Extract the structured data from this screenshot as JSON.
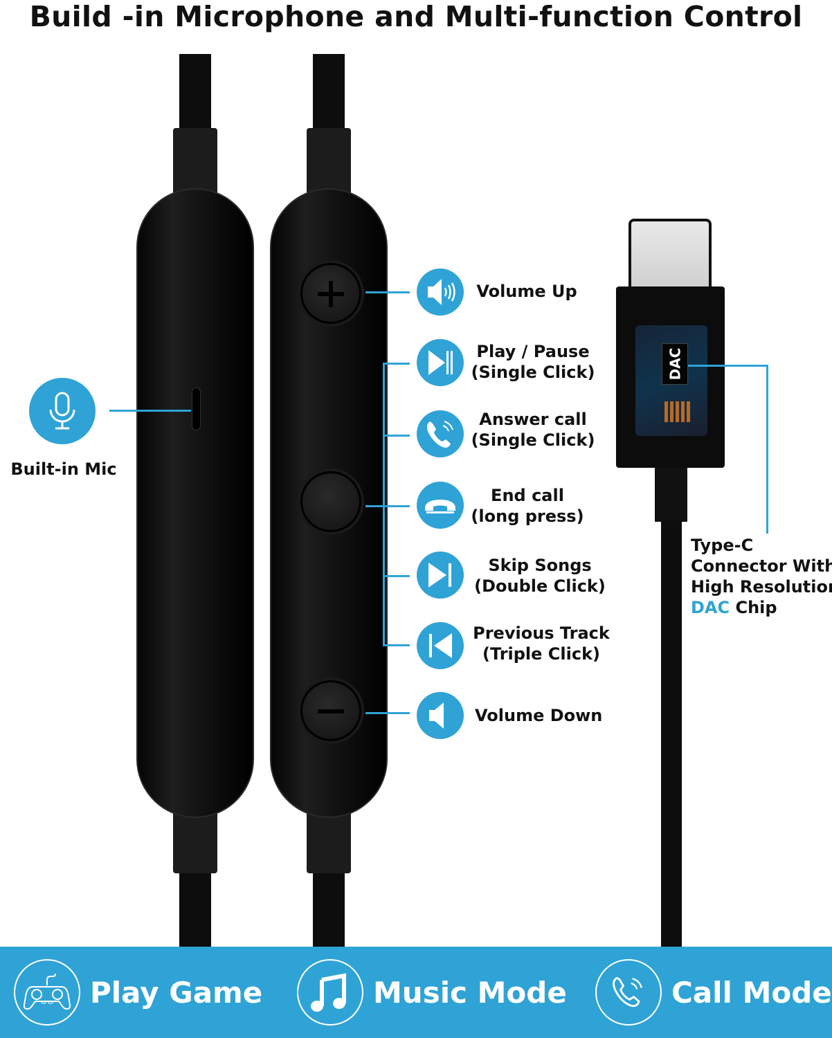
{
  "title": "Build -in Microphone and Multi-function Control",
  "mic": {
    "label": "Built-in Mic",
    "icon": "microphone-icon"
  },
  "controls": [
    {
      "icon": "volume-up-icon",
      "line1": "Volume Up",
      "line2": ""
    },
    {
      "icon": "play-pause-icon",
      "line1": "Play / Pause",
      "line2": "(Single Click)"
    },
    {
      "icon": "answer-call-icon",
      "line1": "Answer call",
      "line2": "(Single Click)"
    },
    {
      "icon": "end-call-icon",
      "line1": "End call",
      "line2": "(long press)"
    },
    {
      "icon": "skip-next-icon",
      "line1": "Skip Songs",
      "line2": "(Double Click)"
    },
    {
      "icon": "previous-track-icon",
      "line1": "Previous Track",
      "line2": "(Triple Click)"
    },
    {
      "icon": "volume-down-icon",
      "line1": "Volume Down",
      "line2": ""
    }
  ],
  "connector": {
    "chip_label": "DAC",
    "line1": "Type-C",
    "line2": "Connector With",
    "line3": "High Resolution",
    "line4_accent": "DAC",
    "line4_rest": " Chip"
  },
  "modes": [
    {
      "icon": "gamepad-icon",
      "label": "Play Game"
    },
    {
      "icon": "music-note-icon",
      "label": "Music Mode"
    },
    {
      "icon": "phone-call-icon",
      "label": "Call Mode"
    }
  ],
  "colors": {
    "accent": "#2fa3d6",
    "text": "#111111",
    "product": "#0d0d0d"
  }
}
